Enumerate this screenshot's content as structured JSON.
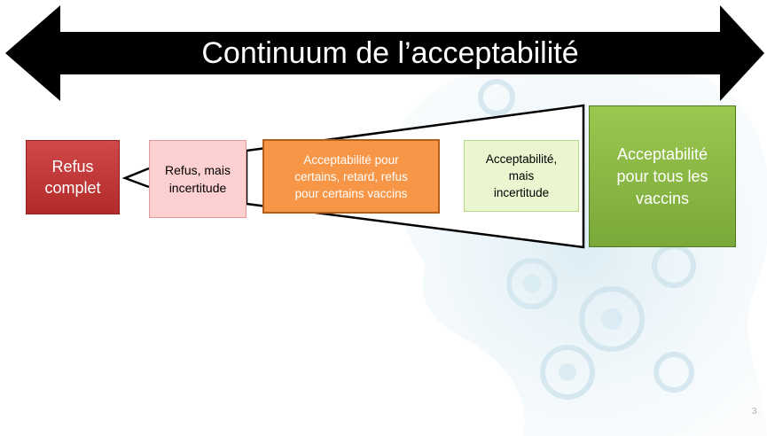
{
  "title": "Continuum de l’acceptabilité",
  "boxes": {
    "refus_complet": "Refus\ncomplet",
    "refus_incertitude": "Refus, mais\nincertitude",
    "acceptabilite_certains": "Acceptabilité pour\ncertains, retard, refus\npour certains vaccins",
    "acceptabilite_incertitude": "Acceptabilité,\nmais\nincertitude",
    "acceptabilite_tous": "Acceptabilité\npour tous les\nvaccins"
  },
  "page_number": "3",
  "colors": {
    "arrow": "#000000",
    "refus_complet": "#c0392b",
    "refus_incertitude": "#fcd0d0",
    "acceptabilite_certains": "#f79646",
    "acceptabilite_incertitude": "#eaf6cf",
    "acceptabilite_tous": "#8ab84a"
  },
  "icons": {
    "background": "faded-head-gears-watermark"
  }
}
